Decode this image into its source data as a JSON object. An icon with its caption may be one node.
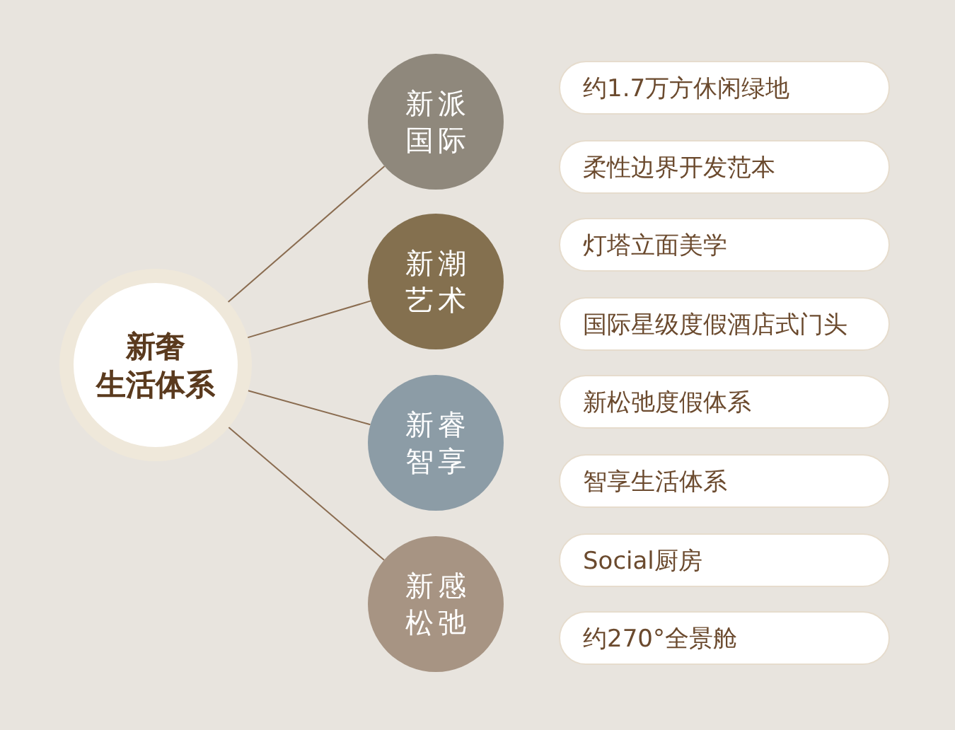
{
  "diagram": {
    "nodes": [
      {
        "text": [
          "新奢",
          "生活体系"
        ]
      },
      {
        "text": [
          "新派国际"
        ]
      },
      {
        "text": [
          "新潮艺术"
        ]
      },
      {
        "text": [
          "新睿智享"
        ]
      },
      {
        "text": [
          "新感松弛"
        ]
      },
      {
        "text": [
          "约1.7万方休闲绿地"
        ]
      },
      {
        "text": [
          "柔性边界开发范本"
        ]
      },
      {
        "text": [
          "灯塔立面美学"
        ]
      },
      {
        "text": [
          "国际星级度假酒店式门头"
        ]
      },
      {
        "text": [
          "新松弛度假体系"
        ]
      },
      {
        "text": [
          "智享生活体系"
        ]
      },
      {
        "text": [
          "Social厨房"
        ]
      },
      {
        "text": [
          "约270°全景舱"
        ]
      }
    ],
    "edges": [
      {
        "from": 0,
        "to": 1,
        "arrow": "none"
      },
      {
        "from": 0,
        "to": 2,
        "arrow": "none"
      },
      {
        "from": 0,
        "to": 3,
        "arrow": "none"
      },
      {
        "from": 0,
        "to": 4,
        "arrow": "none"
      }
    ]
  }
}
